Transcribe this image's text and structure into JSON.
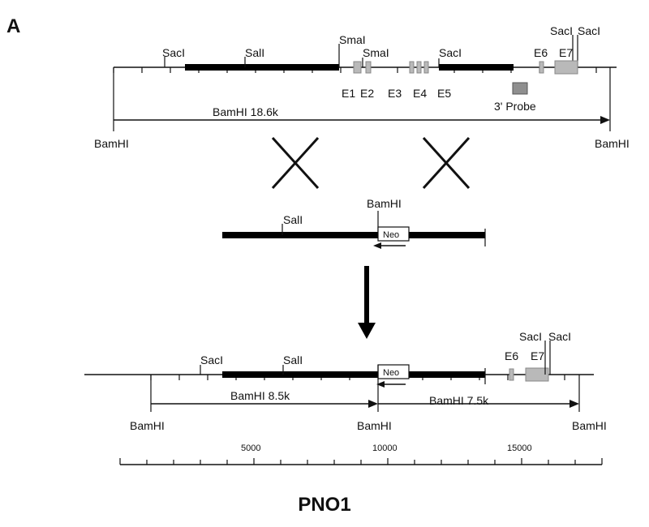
{
  "panel_label": "A",
  "title": "PNO1",
  "colors": {
    "line": "#111111",
    "exon_fill": "#b9b9b9",
    "probe_fill": "#8f8f8f",
    "arm": "#000000"
  },
  "wildtype": {
    "sites": {
      "sacI_1": "SacI",
      "salI": "SalI",
      "smaI_1": "SmaI",
      "smaI_2": "SmaI",
      "sacI_2": "SacI",
      "sacI_3": "SacI",
      "sacI_4": "SacI"
    },
    "exons": {
      "e1": "E1",
      "e2": "E2",
      "e3": "E3",
      "e4": "E4",
      "e5": "E5",
      "e6": "E6",
      "e7": "E7"
    },
    "probe": "3' Probe",
    "fragment": "BamHI 18.6k",
    "bamhi_left": "BamHI",
    "bamhi_right": "BamHI"
  },
  "targeting": {
    "salI": "SalI",
    "bamhi": "BamHI",
    "neo": "Neo"
  },
  "mutant": {
    "sites": {
      "sacI_1": "SacI",
      "salI": "SalI",
      "sacI_2": "SacI",
      "sacI_3": "SacI"
    },
    "exons": {
      "e6": "E6",
      "e7": "E7"
    },
    "neo": "Neo",
    "fragment_left": "BamHI 8.5k",
    "fragment_right": "BamHI 7.5k",
    "bamhi_left": "BamHI",
    "bamhi_mid": "BamHI",
    "bamhi_right": "BamHI"
  },
  "scale": {
    "labels": [
      "5000",
      "10000",
      "15000"
    ]
  }
}
